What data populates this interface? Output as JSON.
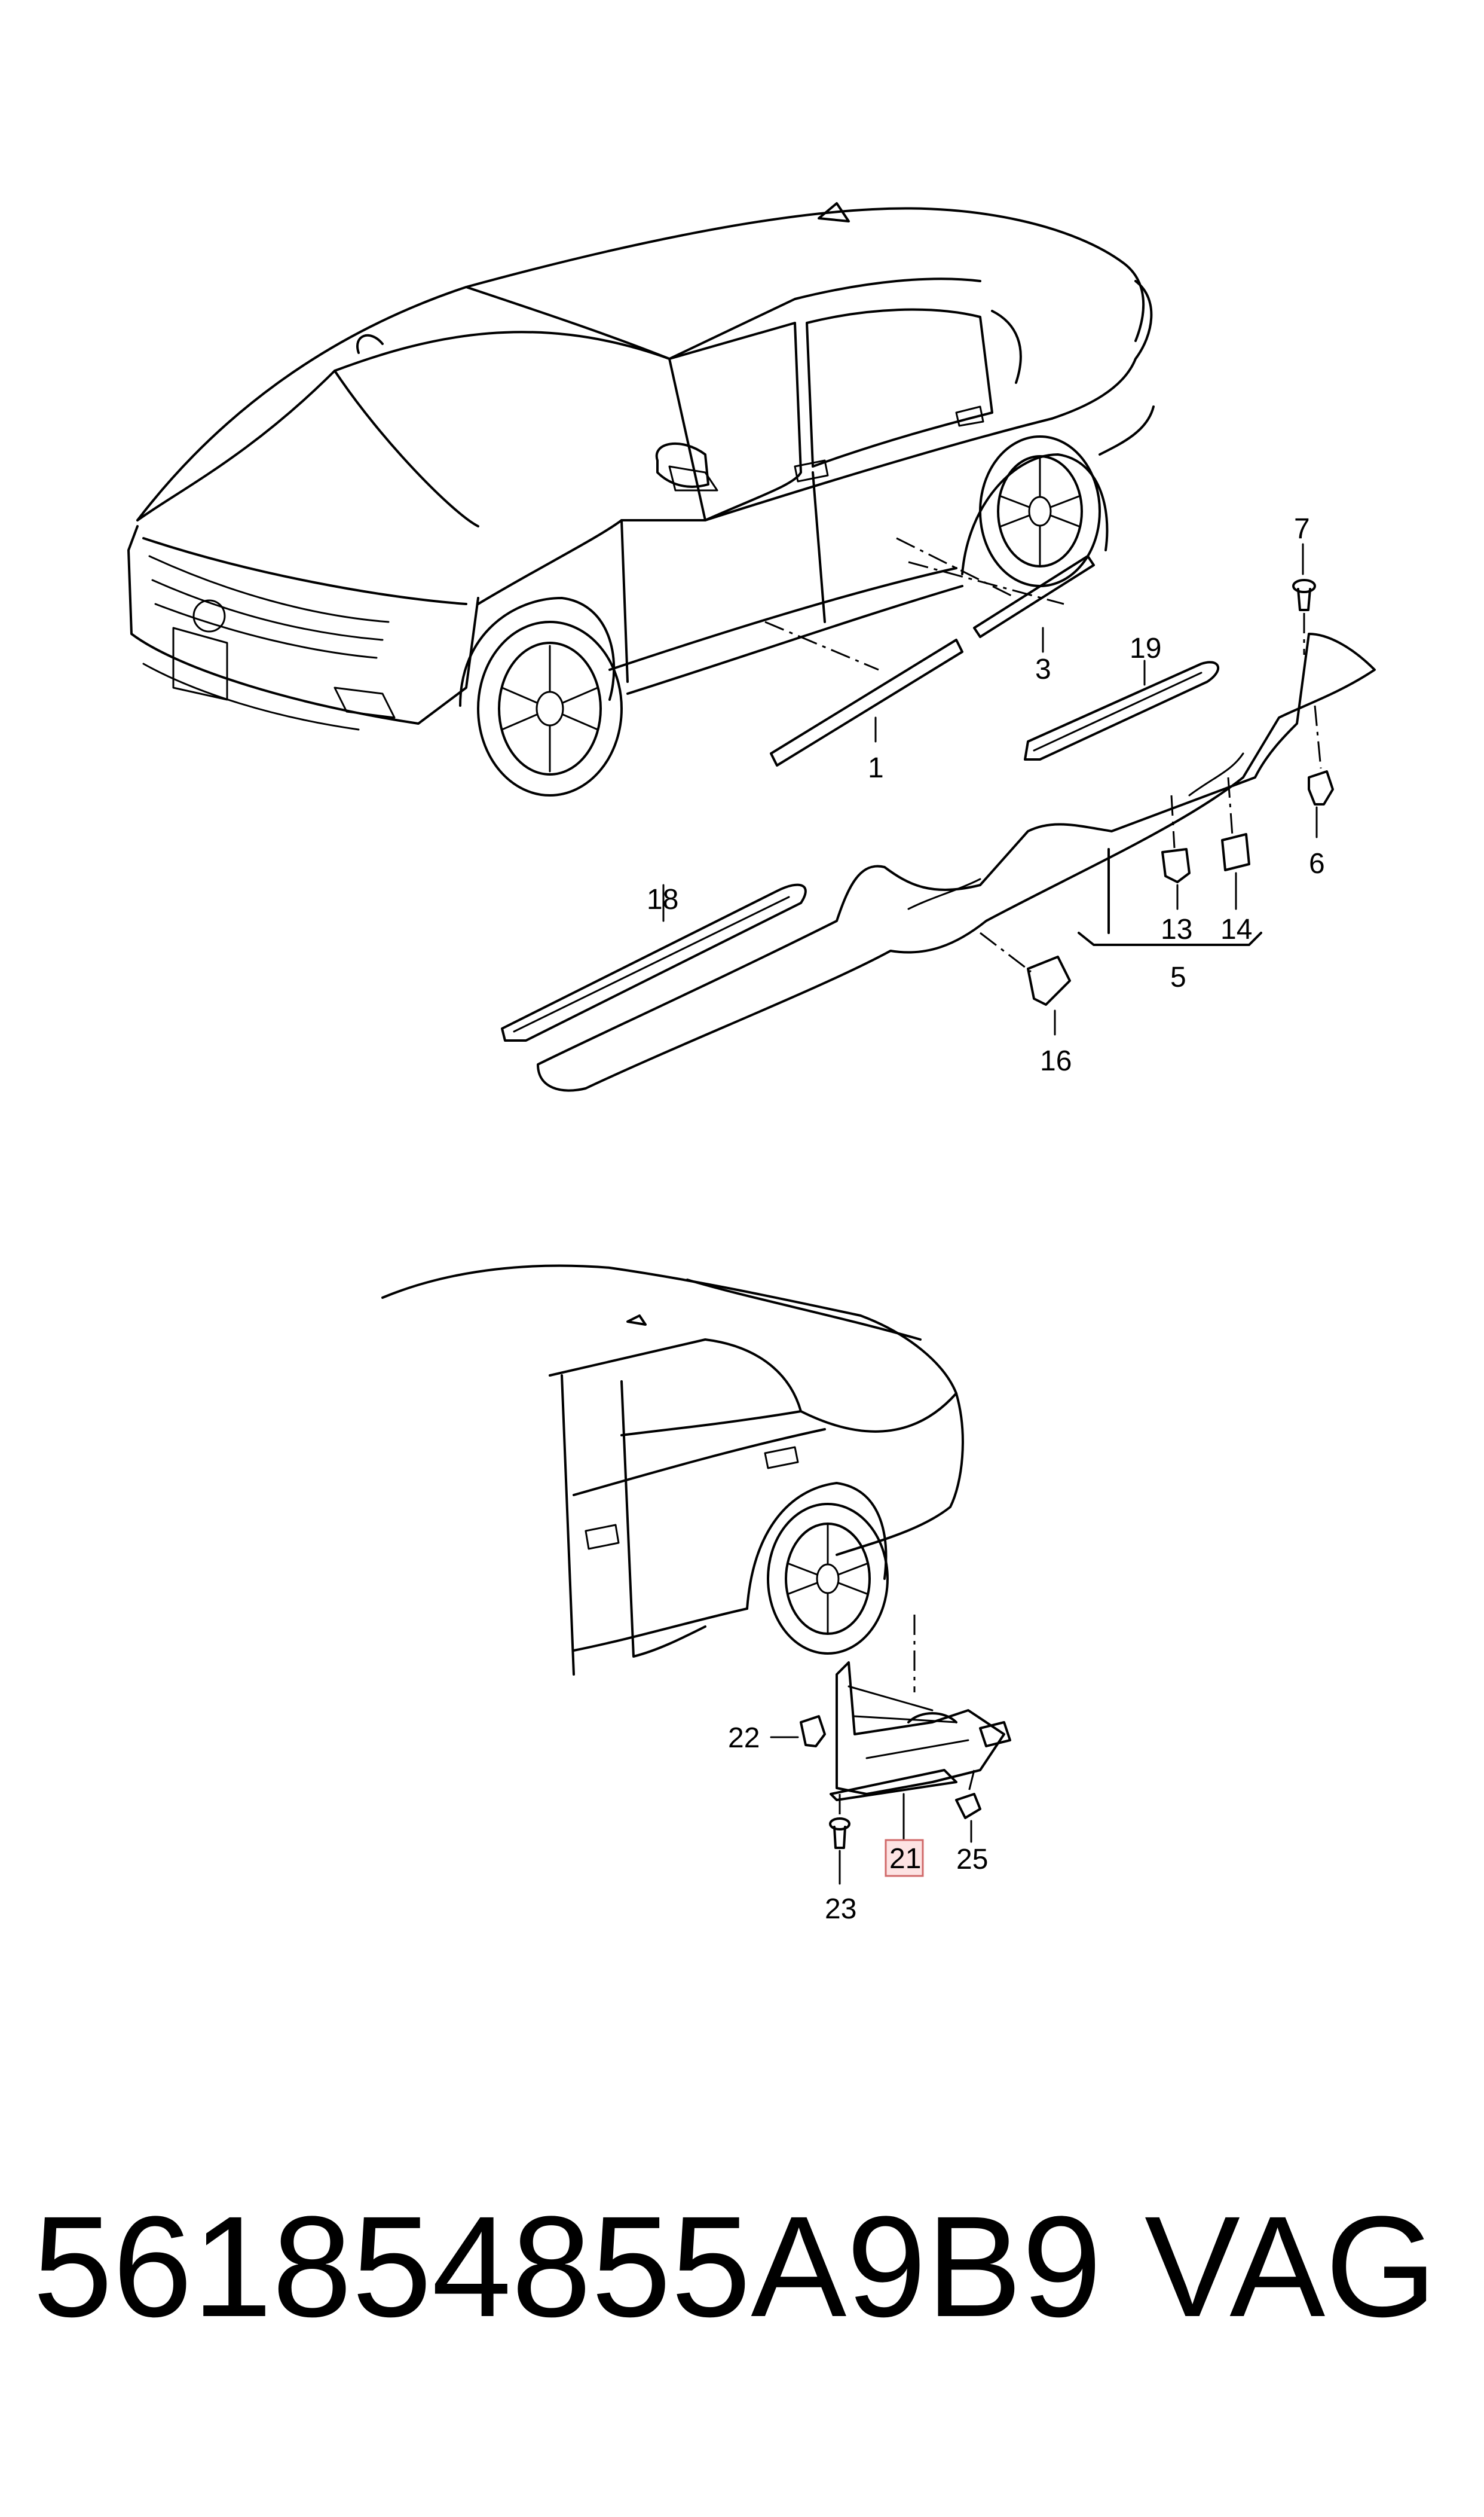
{
  "diagram": {
    "callouts": [
      "1",
      "3",
      "5",
      "6",
      "7",
      "13",
      "14",
      "16",
      "18",
      "19",
      "21",
      "22",
      "23",
      "25"
    ],
    "highlighted_callout": "21",
    "highlight_color": "#fde3e3",
    "highlight_border_color": "#d06a6a",
    "line_color": "#000000"
  },
  "footer": {
    "part_number": "561854855A9B9",
    "brand": "VAG"
  }
}
